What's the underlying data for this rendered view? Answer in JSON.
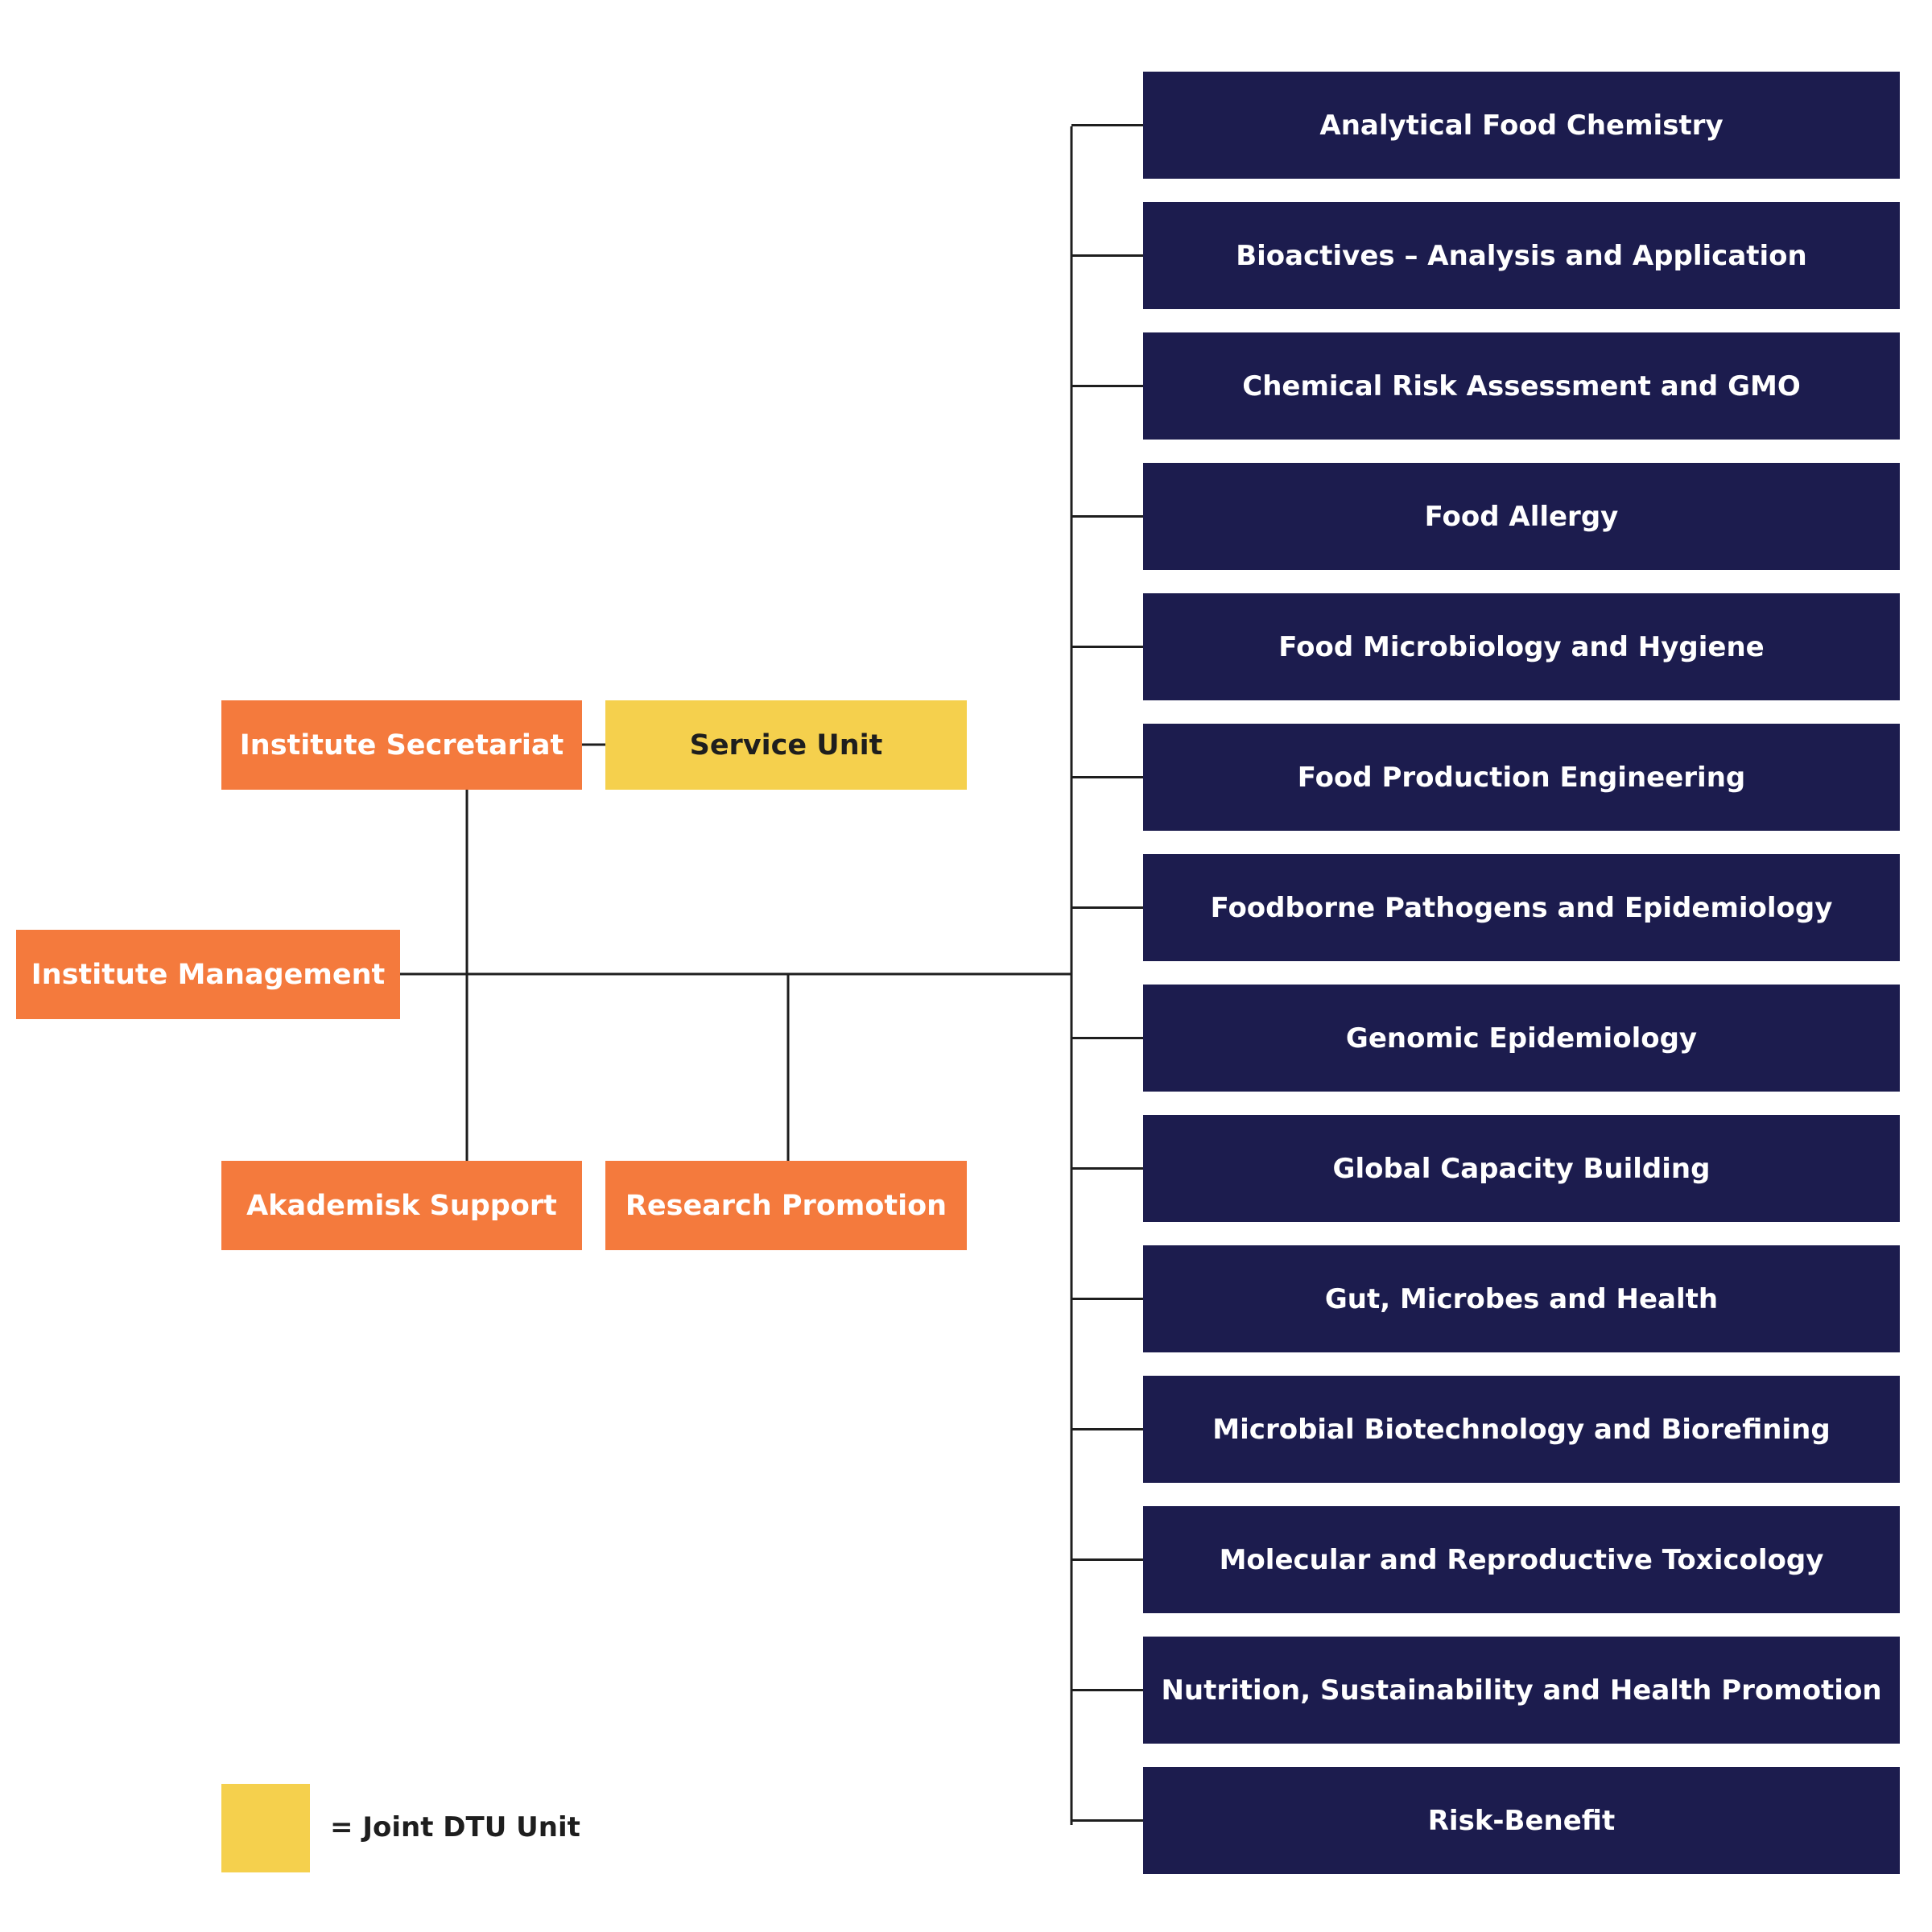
{
  "colors": {
    "orange_unit": "#f47a3d",
    "joint_unit": "#f5d04d",
    "department": "#1c1c4e",
    "connector": "#1e1e1e"
  },
  "management": {
    "institute_management": "Institute Management",
    "institute_secretariat": "Institute Secretariat",
    "service_unit": "Service Unit",
    "akademisk_support": "Akademisk Support",
    "research_promotion": "Research Promotion"
  },
  "departments": [
    "Analytical Food Chemistry",
    "Bioactives – Analysis and Application",
    "Chemical Risk Assessment and GMO",
    "Food Allergy",
    "Food Microbiology and Hygiene",
    "Food Production Engineering",
    "Foodborne Pathogens and Epidemiology",
    "Genomic Epidemiology",
    "Global Capacity Building",
    "Gut, Microbes and Health",
    "Microbial Biotechnology and Biorefining",
    "Molecular and Reproductive Toxicology",
    "Nutrition, Sustainability and Health Promotion",
    "Risk-Benefit"
  ],
  "legend": {
    "label": "= Joint DTU Unit"
  }
}
